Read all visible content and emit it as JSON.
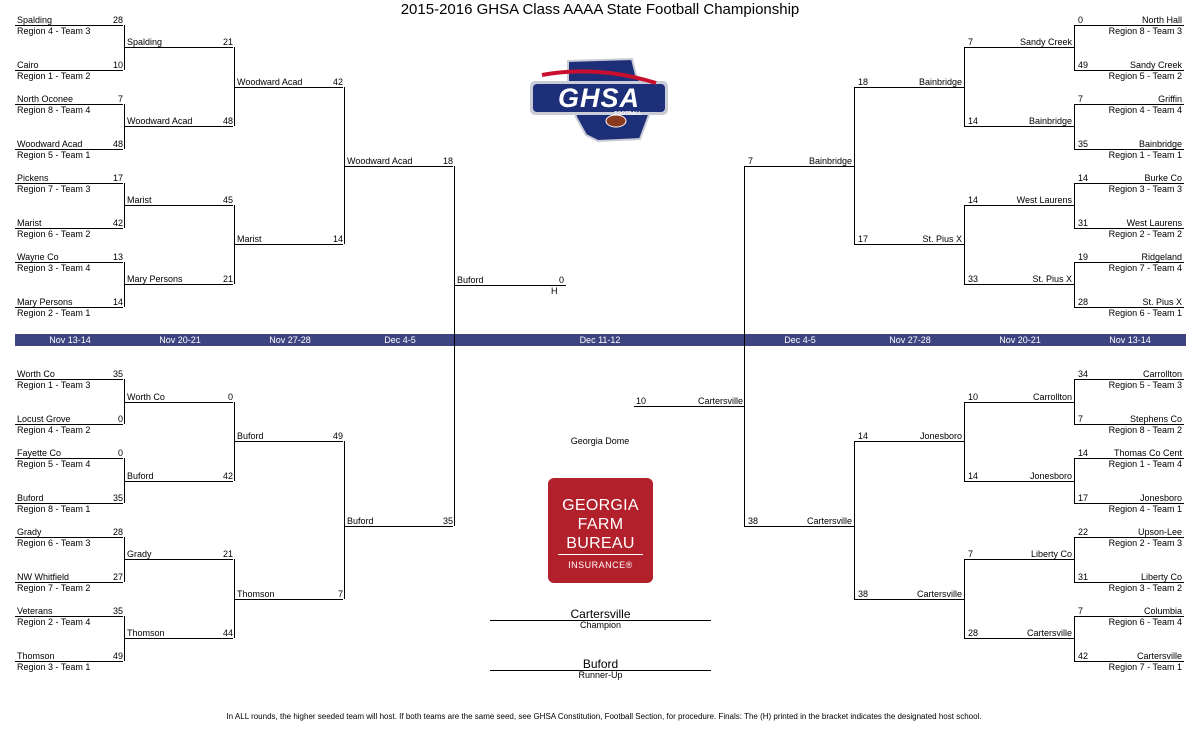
{
  "title": "2015-2016 GHSA Class AAAA State Football Championship",
  "round_labels": [
    "Nov 13-14",
    "Nov 20-21",
    "Nov 27-28",
    "Dec 4-5",
    "Dec 11-12",
    "Dec 4-5",
    "Nov 27-28",
    "Nov 20-21",
    "Nov 13-14"
  ],
  "venue": "Georgia Dome",
  "champion": {
    "name": "Cartersville",
    "label": "Champion"
  },
  "runner_up": {
    "name": "Buford",
    "label": "Runner-Up"
  },
  "footer": "In ALL rounds, the higher seeded team will host. If both teams are the same seed, see GHSA Constitution, Football Section, for procedure. Finals: The (H) printed in the bracket indicates the designated host school.",
  "ghsa_logo": {
    "text": "GHSA",
    "subtext": "FOOTBALL"
  },
  "sponsor": {
    "lines": [
      "GEORGIA",
      "FARM",
      "BUREAU"
    ],
    "sub": "INSURANCE®",
    "color": "#b2202c"
  },
  "left_r1": [
    {
      "team": "Spalding",
      "seed": "Region 4 - Team 3",
      "score": "28"
    },
    {
      "team": "Cairo",
      "seed": "Region 1 - Team 2",
      "score": "10"
    },
    {
      "team": "North Oconee",
      "seed": "Region 8 - Team 4",
      "score": "7"
    },
    {
      "team": "Woodward Acad",
      "seed": "Region 5 - Team 1",
      "score": "48"
    },
    {
      "team": "Pickens",
      "seed": "Region 7 - Team 3",
      "score": "17"
    },
    {
      "team": "Marist",
      "seed": "Region 6 - Team 2",
      "score": "42"
    },
    {
      "team": "Wayne Co",
      "seed": "Region 3 - Team 4",
      "score": "13"
    },
    {
      "team": "Mary Persons",
      "seed": "Region 2 - Team 1",
      "score": "14"
    },
    {
      "team": "Worth Co",
      "seed": "Region 1 - Team 3",
      "score": "35"
    },
    {
      "team": "Locust Grove",
      "seed": "Region 4 - Team 2",
      "score": "0"
    },
    {
      "team": "Fayette Co",
      "seed": "Region 5 - Team 4",
      "score": "0"
    },
    {
      "team": "Buford",
      "seed": "Region 8 - Team 1",
      "score": "35"
    },
    {
      "team": "Grady",
      "seed": "Region 6 - Team 3",
      "score": "28"
    },
    {
      "team": "NW Whitfield",
      "seed": "Region 7 - Team 2",
      "score": "27"
    },
    {
      "team": "Veterans",
      "seed": "Region 2 - Team 4",
      "score": "35"
    },
    {
      "team": "Thomson",
      "seed": "Region 3 - Team 1",
      "score": "49"
    }
  ],
  "left_r2": [
    {
      "team": "Spalding",
      "score": "21"
    },
    {
      "team": "Woodward Acad",
      "score": "48"
    },
    {
      "team": "Marist",
      "score": "45"
    },
    {
      "team": "Mary Persons",
      "score": "21"
    },
    {
      "team": "Worth Co",
      "score": "0"
    },
    {
      "team": "Buford",
      "score": "42"
    },
    {
      "team": "Grady",
      "score": "21"
    },
    {
      "team": "Thomson",
      "score": "44"
    }
  ],
  "left_r3": [
    {
      "team": "Woodward Acad",
      "score": "42"
    },
    {
      "team": "Marist",
      "score": "14"
    },
    {
      "team": "Buford",
      "score": "49"
    },
    {
      "team": "Thomson",
      "score": "7"
    }
  ],
  "left_r4": [
    {
      "team": "Woodward Acad",
      "score": "18"
    },
    {
      "team": "Buford",
      "score": "35"
    }
  ],
  "left_final": {
    "team": "Buford",
    "score": "0",
    "host": "H"
  },
  "right_r1": [
    {
      "team": "North Hall",
      "seed": "Region 8 - Team 3",
      "score": "0"
    },
    {
      "team": "Sandy Creek",
      "seed": "Region 5 - Team 2",
      "score": "49"
    },
    {
      "team": "Griffin",
      "seed": "Region 4 - Team 4",
      "score": "7"
    },
    {
      "team": "Bainbridge",
      "seed": "Region 1 - Team 1",
      "score": "35"
    },
    {
      "team": "Burke Co",
      "seed": "Region 3 - Team 3",
      "score": "14"
    },
    {
      "team": "West Laurens",
      "seed": "Region 2 - Team 2",
      "score": "31"
    },
    {
      "team": "Ridgeland",
      "seed": "Region 7 - Team 4",
      "score": "19"
    },
    {
      "team": "St. Pius X",
      "seed": "Region 6 - Team 1",
      "score": "28"
    },
    {
      "team": "Carrollton",
      "seed": "Region 5 - Team 3",
      "score": "34"
    },
    {
      "team": "Stephens Co",
      "seed": "Region 8 - Team 2",
      "score": "7"
    },
    {
      "team": "Thomas Co Cent",
      "seed": "Region 1 - Team 4",
      "score": "14"
    },
    {
      "team": "Jonesboro",
      "seed": "Region 4 - Team 1",
      "score": "17"
    },
    {
      "team": "Upson-Lee",
      "seed": "Region 2 - Team 3",
      "score": "22"
    },
    {
      "team": "Liberty Co",
      "seed": "Region 3 - Team 2",
      "score": "31"
    },
    {
      "team": "Columbia",
      "seed": "Region 6 - Team 4",
      "score": "7"
    },
    {
      "team": "Cartersville",
      "seed": "Region 7 - Team 1",
      "score": "42"
    }
  ],
  "right_r2": [
    {
      "team": "Sandy Creek",
      "score": "7"
    },
    {
      "team": "Bainbridge",
      "score": "14"
    },
    {
      "team": "West Laurens",
      "score": "14"
    },
    {
      "team": "St. Pius X",
      "score": "33"
    },
    {
      "team": "Carrollton",
      "score": "10"
    },
    {
      "team": "Jonesboro",
      "score": "14"
    },
    {
      "team": "Liberty Co",
      "score": "7"
    },
    {
      "team": "Cartersville",
      "score": "28"
    }
  ],
  "right_r3": [
    {
      "team": "Bainbridge",
      "score": "18"
    },
    {
      "team": "St. Pius X",
      "score": "17"
    },
    {
      "team": "Jonesboro",
      "score": "14"
    },
    {
      "team": "Cartersville",
      "score": "38"
    }
  ],
  "right_r4": [
    {
      "team": "Bainbridge",
      "score": "7"
    },
    {
      "team": "Cartersville",
      "score": "38"
    }
  ],
  "right_final": {
    "team": "Cartersville",
    "score": "10"
  }
}
